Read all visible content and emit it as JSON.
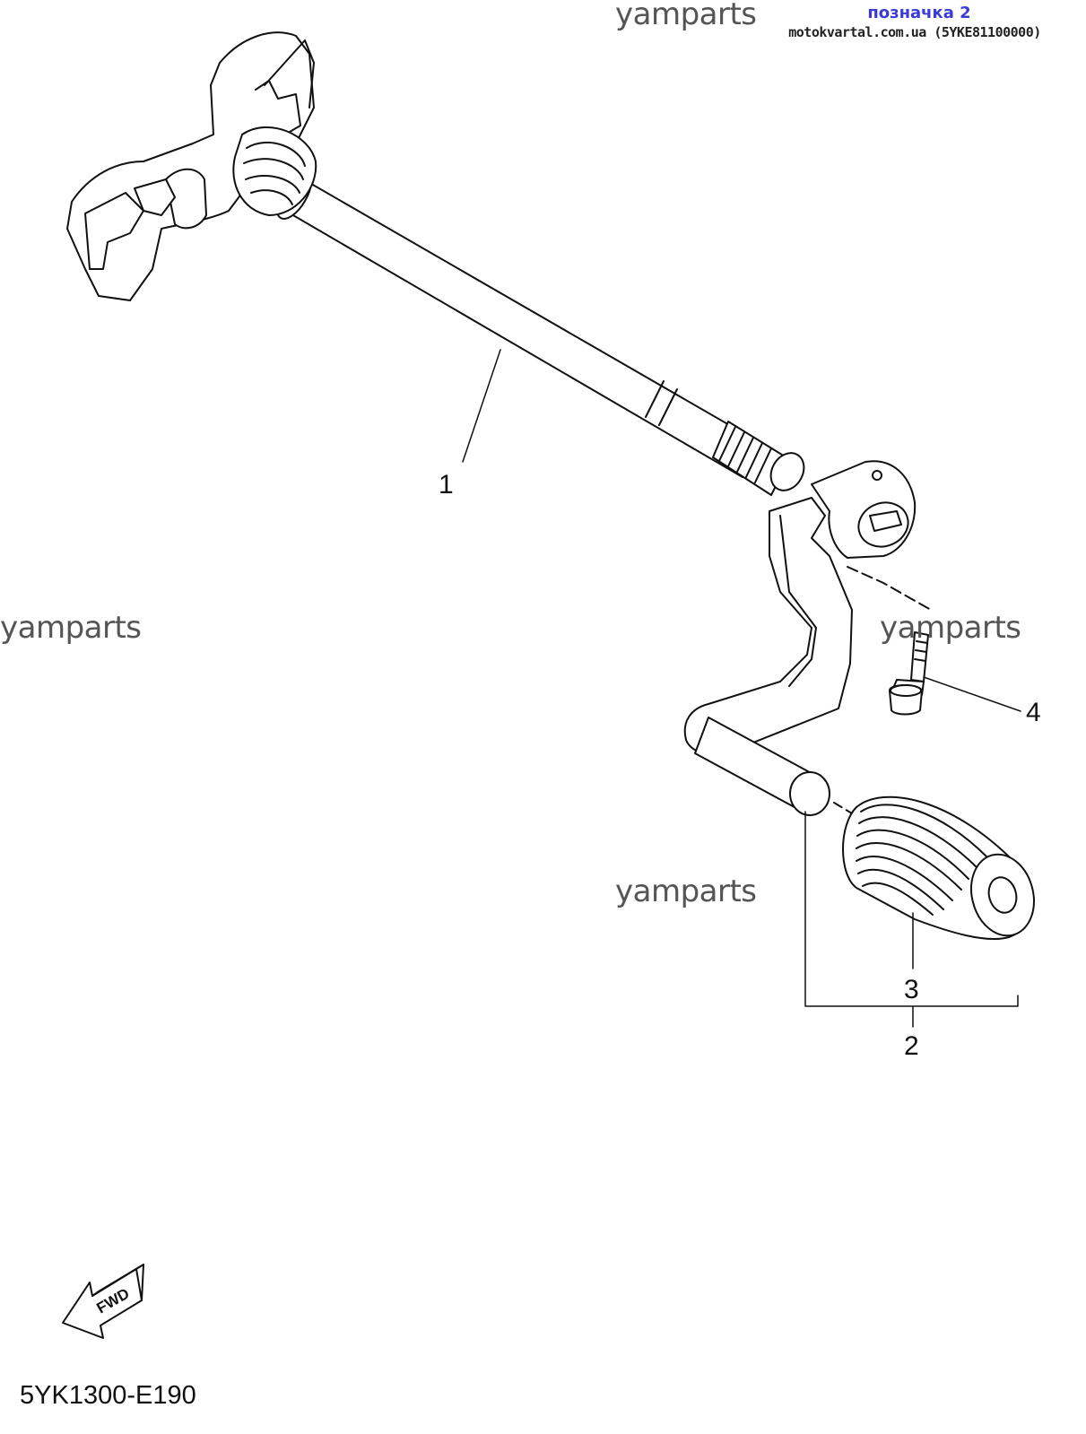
{
  "header": {
    "link_label": "позначка 2",
    "site_text": "motokvartal.com.ua (5YKE81100000)"
  },
  "watermarks": {
    "top": "yamparts",
    "left": "yamparts",
    "right": "yamparts",
    "bottom": "yamparts"
  },
  "callouts": {
    "c1": "1",
    "c2": "2",
    "c3": "3",
    "c4": "4"
  },
  "fwd_label": "FWD",
  "diagram_code": "5YK1300-E190",
  "colors": {
    "line": "#111111",
    "link": "#3b3bd8",
    "watermark": "#555555"
  }
}
